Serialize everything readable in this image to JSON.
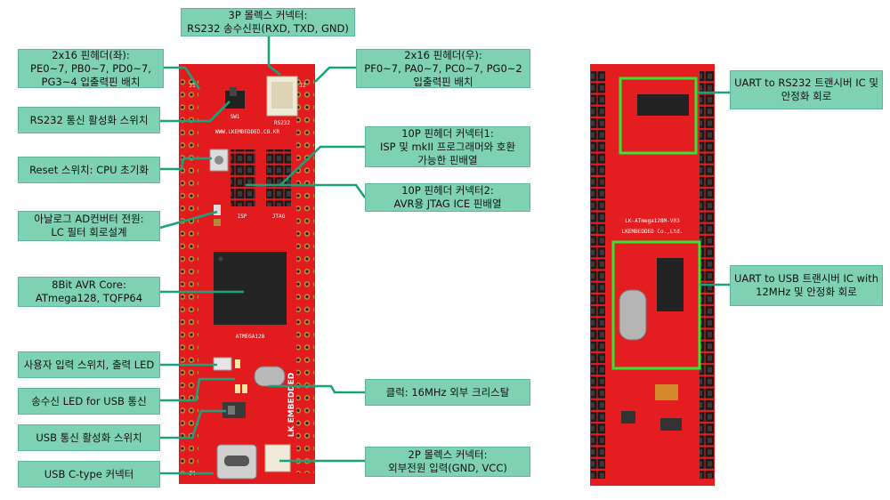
{
  "labels": {
    "top_connector": {
      "l1": "3P 몰렉스 커넥터:",
      "l2": "RS232 송수신핀(RXD, TXD, GND)"
    },
    "header_left": {
      "l1": "2x16 핀헤더(좌):",
      "l2": "PE0~7, PB0~7, PD0~7,",
      "l3": "PG3~4 입출력핀 배치"
    },
    "header_right": {
      "l1": "2x16 핀헤더(우):",
      "l2": "PF0~7, PA0~7, PC0~7, PG0~2",
      "l3": "입출력핀 배치"
    },
    "rs232_switch": {
      "l1": "RS232 통신 활성화 스위치"
    },
    "pin10_1": {
      "l1": "10P 핀헤더 커넥터1:",
      "l2": "ISP 및 mkII 프로그래머와 호환",
      "l3": "가능한 핀배열"
    },
    "reset": {
      "l1": "Reset 스위치: CPU 초기화"
    },
    "pin10_2": {
      "l1": "10P 핀헤더 커넥터2:",
      "l2": "AVR용 JTAG ICE 핀배열"
    },
    "adc_power": {
      "l1": "아날로그 AD컨버터 전원:",
      "l2": "LC 필터 회로설계"
    },
    "avr_core": {
      "l1": "8Bit AVR Core:",
      "l2": "ATmega128, TQFP64"
    },
    "user_io": {
      "l1": "사용자 입력 스위치, 출력 LED"
    },
    "usb_led": {
      "l1": "송수신 LED for USB 통신"
    },
    "crystal": {
      "l1": "클럭: 16MHz 외부 크리스탈"
    },
    "usb_switch": {
      "l1": "USB 통신 활성화 스위치"
    },
    "power_connector": {
      "l1": "2P 몰렉스 커넥터:",
      "l2": "외부전원 입력(GND, VCC)"
    },
    "usb_c": {
      "l1": "USB C-type 커넥터"
    },
    "uart_rs232": {
      "l1": "UART to RS232 트랜시버 IC 및",
      "l2": "안정화 회로"
    },
    "uart_usb": {
      "l1": "UART to USB 트랜시버 IC with",
      "l2": "12MHz 및 안정화 회로"
    }
  },
  "board_front": {
    "url": "WWW.LKEMBEDDED.CO.KR",
    "chip": "ATMEGA128",
    "brand": "LK EMBEDDED",
    "isp": "ISP",
    "jtag": "JTAG",
    "sw1": "SW1",
    "rs232": "RS232",
    "j1": "J1",
    "j2": "J2",
    "j4": "J4"
  },
  "board_back": {
    "model": "LK-ATmega128M-V03",
    "company": "LKEMBEDDED Co.,Ltd."
  },
  "colors": {
    "label_fill": "#7fd1b3",
    "connector_line": "#1aa37a",
    "pcb_red": "#e41e20",
    "highlight_green": "#33e633"
  }
}
